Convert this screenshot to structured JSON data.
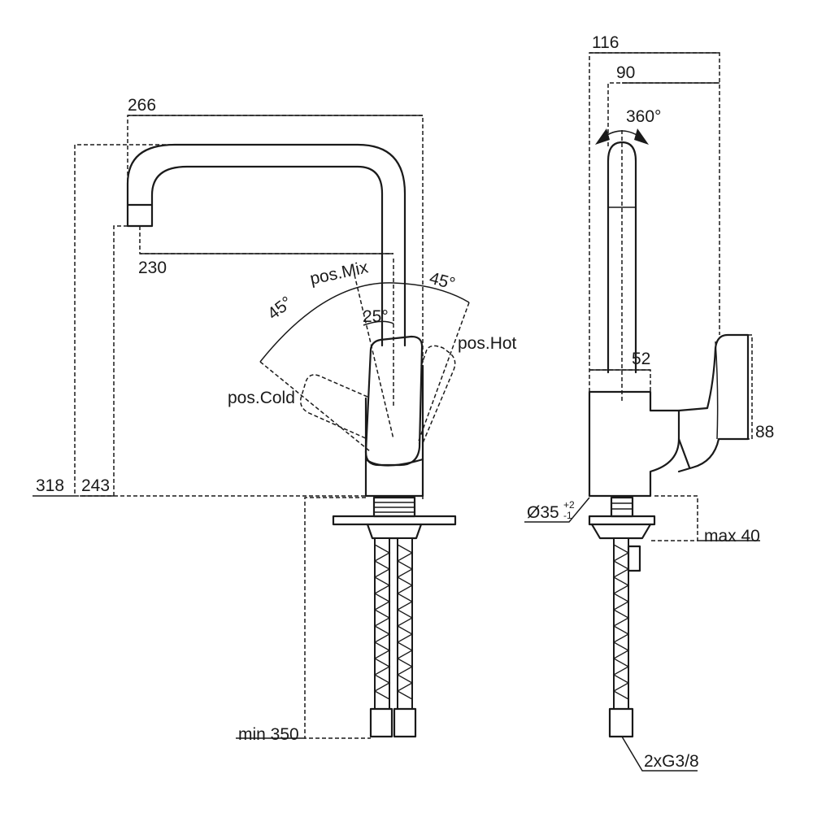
{
  "front_view": {
    "dim_width_top": "266",
    "dim_spout_reach": "230",
    "dim_total_height": "318",
    "dim_spout_height": "243",
    "dim_hose_length": "min 350",
    "angle_left": "45°",
    "angle_right": "45°",
    "angle_mix": "25°",
    "label_mix": "pos.Mix",
    "label_cold": "pos.Cold",
    "label_hot": "pos.Hot"
  },
  "side_view": {
    "dim_total_depth": "116",
    "dim_spout_depth": "90",
    "rotation": "360°",
    "dim_body": "52",
    "dim_lever_height": "88",
    "dim_hole_diameter": "Ø35",
    "dim_hole_tol_plus": "+2",
    "dim_hole_tol_minus": "-1",
    "dim_max_thickness": "max 40",
    "dim_connection": "2xG3/8"
  }
}
